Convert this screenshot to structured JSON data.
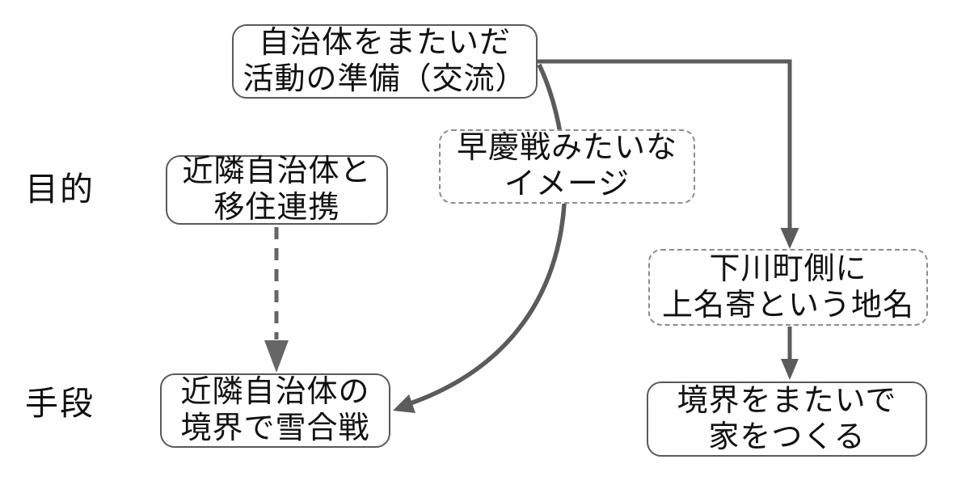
{
  "diagram": {
    "row_labels": {
      "purpose": "目的",
      "means": "手段"
    },
    "nodes": {
      "top": {
        "text": "自治体をまたいだ\n活動の準備（交流）",
        "style": "solid"
      },
      "left_purpose": {
        "text": "近隣自治体と\n移住連携",
        "style": "solid"
      },
      "center_note": {
        "text": "早慶戦みたいな\nイメージ",
        "style": "dashed"
      },
      "right_mid": {
        "text": "下川町側に\n上名寄という地名",
        "style": "dashed"
      },
      "left_means": {
        "text": "近隣自治体の\n境界で雪合戦",
        "style": "solid"
      },
      "right_means": {
        "text": "境界をまたいで\n家をつくる",
        "style": "solid"
      }
    },
    "edges": [
      {
        "from": "top",
        "to": "right_mid",
        "line": "solid-elbow",
        "arrowhead": "down"
      },
      {
        "from": "top",
        "to": "left_means",
        "line": "solid-curve",
        "arrowhead": "left"
      },
      {
        "from": "left_purpose",
        "to": "left_means",
        "line": "dashed",
        "arrowhead": "down"
      },
      {
        "from": "right_mid",
        "to": "right_means",
        "line": "solid",
        "arrowhead": "down"
      }
    ],
    "colors": {
      "arrow": "#5b5b5b",
      "dashed_arrow": "#666666",
      "solid_border": "#5a5a5a",
      "dashed_border": "#8c8c8c",
      "text": "#111111",
      "background": "#ffffff"
    }
  }
}
